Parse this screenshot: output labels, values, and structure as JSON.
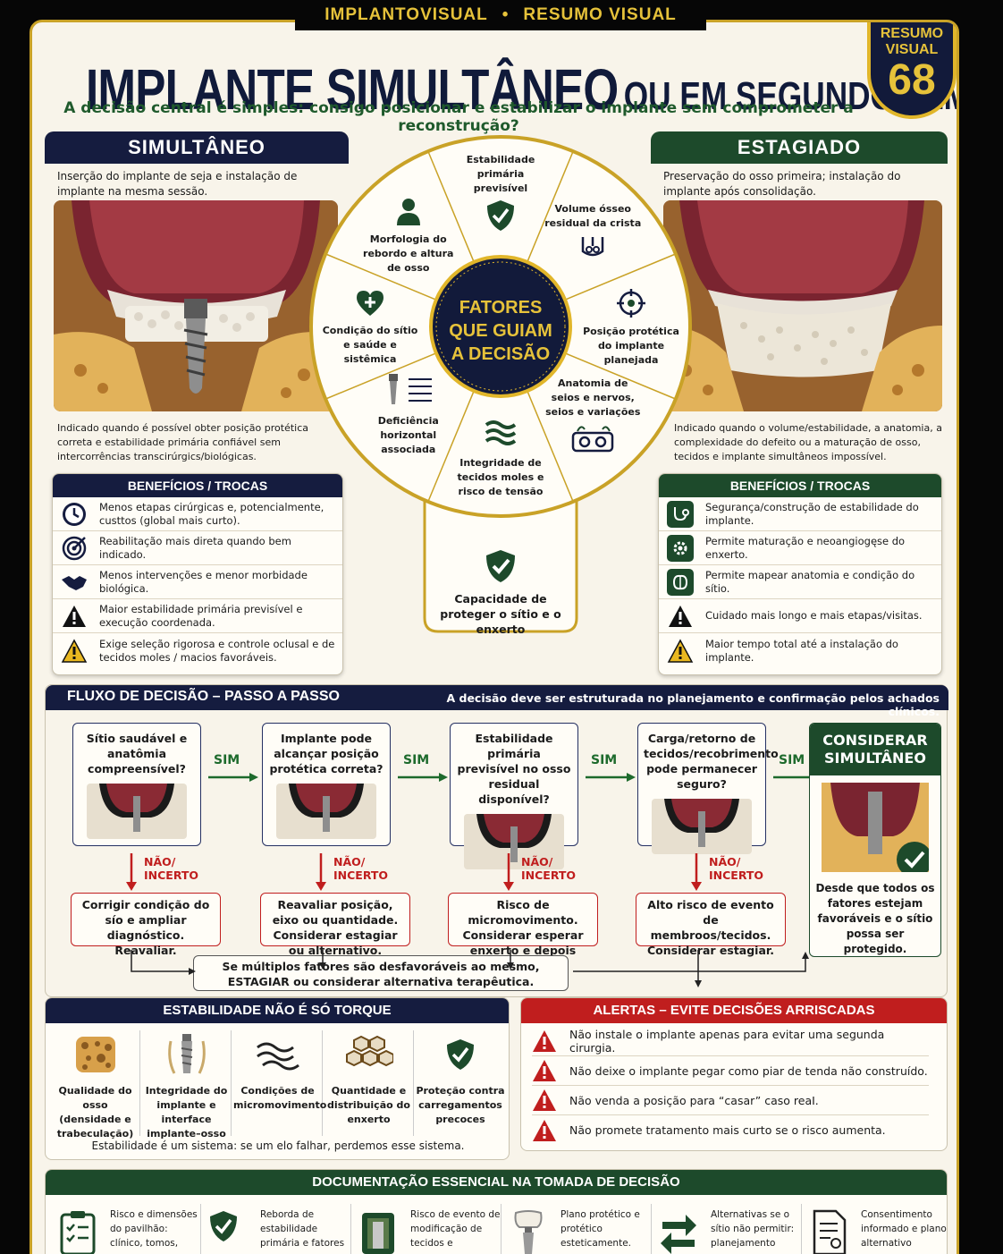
{
  "header": {
    "brand": "IMPLANTOVISUAL",
    "separator": "•",
    "series": "RESUMO VISUAL"
  },
  "title": {
    "part1": "IMPLANTE SIMULTÂNEO",
    "part2": "OU EM SEGUNDO TEMPO?"
  },
  "subtitle": "A decisão central é simples: consigo posicionar e estabilizar o implante sem comprometer a reconstrução?",
  "badge": {
    "line1": "RESUMO",
    "line2": "VISUAL",
    "number": "68"
  },
  "simultaneo": {
    "title": "SIMULTÂNEO",
    "description": "Inserção do implante de seja e instalação de implante na mesma sessão.",
    "indication": "Indicado quando é possível obter posição protética correta e estabilidade primária confiável sem intercorrências transcirúrgics/biológicas.",
    "benefits_title": "BENEFÍCIOS / TROCAS",
    "benefits": [
      {
        "icon": "clock-icon",
        "text": "Menos etapas cirúrgicas e, potencialmente, custtos (global mais curto)."
      },
      {
        "icon": "target-icon",
        "text": "Reabilitação mais direta quando bem indicado."
      },
      {
        "icon": "handshake-icon",
        "text": "Menos intervenções e menor morbidade biológica."
      },
      {
        "icon": "warning-icon",
        "text": "Maior estabilidade primária previsível e execução coordenada."
      },
      {
        "icon": "caution-icon",
        "text": "Exige seleção rigorosa e controle oclusal e de tecidos moles / macios favoráveis."
      }
    ]
  },
  "estagiado": {
    "title": "ESTAGIADO",
    "description": "Preservação do osso primeira; instalação do implante após consolidação.",
    "indication": "Indicado quando o volume/estabilidade, a anatomia, a complexidade do defeito ou a maturação de osso, tecidos e implante simultâneos impossível.",
    "benefits_title": "BENEFÍCIOS / TROCAS",
    "benefits": [
      {
        "icon": "stethoscope-icon",
        "text": "Segurança/construção de estabilidade do implante."
      },
      {
        "icon": "gear-icon",
        "text": "Permite maturação e neoangiogęse do enxerto."
      },
      {
        "icon": "brain-icon",
        "text": "Permite mapear anatomia e condição do sítio."
      },
      {
        "icon": "warning-icon",
        "text": "Cuidado mais longo e mais etapas/visitas."
      },
      {
        "icon": "caution-icon",
        "text": "Maior tempo total até a instalação do implante."
      }
    ]
  },
  "factors": {
    "center": [
      "FATORES",
      "QUE GUIAM",
      "A DECISÃO"
    ],
    "items": [
      {
        "icon": "shield-check-icon",
        "text": "Estabilidade primária previsível"
      },
      {
        "icon": "bone-volume-icon",
        "text": "Volume ósseo residual da crista"
      },
      {
        "icon": "crosshair-icon",
        "text": "Posição protética do implante planejada"
      },
      {
        "icon": "sinus-icon",
        "text": "Anatomia de seios e nervos, seios e variações"
      },
      {
        "icon": "tissue-layers-icon",
        "text": "Integridade de tecidos moles e risco de tensão"
      },
      {
        "icon": "implant-ruler-icon",
        "text": "Deficiência horizontal associada"
      },
      {
        "icon": "heart-plus-icon",
        "text": "Condição do sítio e saúde e sistêmica"
      },
      {
        "icon": "person-icon",
        "text": "Morfologia do rebordo e altura de osso"
      }
    ],
    "extra": {
      "icon": "shield-check-icon",
      "text": "Capacidade de proteger o sítio e o enxerto"
    }
  },
  "flow": {
    "title": "FLUXO DE DECISÃO – PASSO A PASSO",
    "note": "A decisão deve ser estruturada no planejamento e confirmação pelos achados clínicos.",
    "yes": "SIM",
    "no": "NÃO/\nINCERTO",
    "steps": [
      {
        "question": "Sítio saudável e anatômia compreensível?",
        "no_action": "Corrigir condição do sío e ampliar diagnóstico. Reavaliar."
      },
      {
        "question": "Implante pode alcançar posição protética correta?",
        "no_action": "Reavaliar posição, eixo ou quantidade. Considerar estagiar ou alternativo."
      },
      {
        "question": "Estabilidade primária previsível no osso residual disponível?",
        "no_action": "Risco de micromovimento. Considerar esperar enxerto e depois implantar."
      },
      {
        "question": "Carga/retorno de tecidos/recobrimento pode permanecer seguro?",
        "no_action": "Alto risco de evento de membroos/tecidos. Considerar estagiar."
      }
    ],
    "result_title": "CONSIDERAR SIMULTÂNEO",
    "result_text": "Desde que todos os fatores estejam favoráveis e o sítio possa ser protegido.",
    "multi_note": "Se múltiplos fatores são desfavoráveis ao mesmo, ESTAGIAR ou considerar alternativa terapêutica."
  },
  "stability": {
    "title": "ESTABILIDADE NÃO É SÓ TORQUE",
    "items": [
      {
        "icon": "bone-quality-icon",
        "text": "Qualidade do osso (densidade e trabeculação)"
      },
      {
        "icon": "implant-interface-icon",
        "text": "Integridade do implante e interface implante–osso"
      },
      {
        "icon": "micromotion-icon",
        "text": "Condições de micromovimento"
      },
      {
        "icon": "graft-icon",
        "text": "Quantidade e distribuição do enxerto"
      },
      {
        "icon": "shield-check-icon",
        "text": "Proteção contra carregamentos precoces"
      }
    ],
    "footer": "Estabilidade é um sistema: se um elo falhar, perdemos esse sistema."
  },
  "alerts": {
    "title": "ALERTAS – EVITE DECISÕES ARRISCADAS",
    "items": [
      "Não instale o implante apenas para evitar uma segunda cirurgia.",
      "Não deixe o implante pegar como piar de tenda não construído.",
      "Não venda a posição para “casar” caso reaI.",
      "Não promete tratamento mais curto se o risco aumenta."
    ]
  },
  "documentation": {
    "title": "DOCUMENTAÇÃO ESSENCIAL NA TOMADA DE DECISÃO",
    "items": [
      {
        "icon": "checklist-icon",
        "text": "Risco e dimensões do pavilhão: clínico, tomos,"
      },
      {
        "icon": "shield-check-icon",
        "text": "Reborda de estabilidade primária e fatores"
      },
      {
        "icon": "tissue-icon",
        "text": "Risco de evento de modificação de tecidos e"
      },
      {
        "icon": "tooth-implant-icon",
        "text": "Plano protético e protético esteticamente."
      },
      {
        "icon": "arrows-icon",
        "text": "Alternativas se o sítio não permitir: planejamento"
      },
      {
        "icon": "document-icon",
        "text": "Consentimento informado e plano alternativo"
      }
    ]
  },
  "colors": {
    "navy": "#151c3f",
    "green": "#1d4a2b",
    "red": "#c01e1e",
    "gold": "#c9a227"
  }
}
